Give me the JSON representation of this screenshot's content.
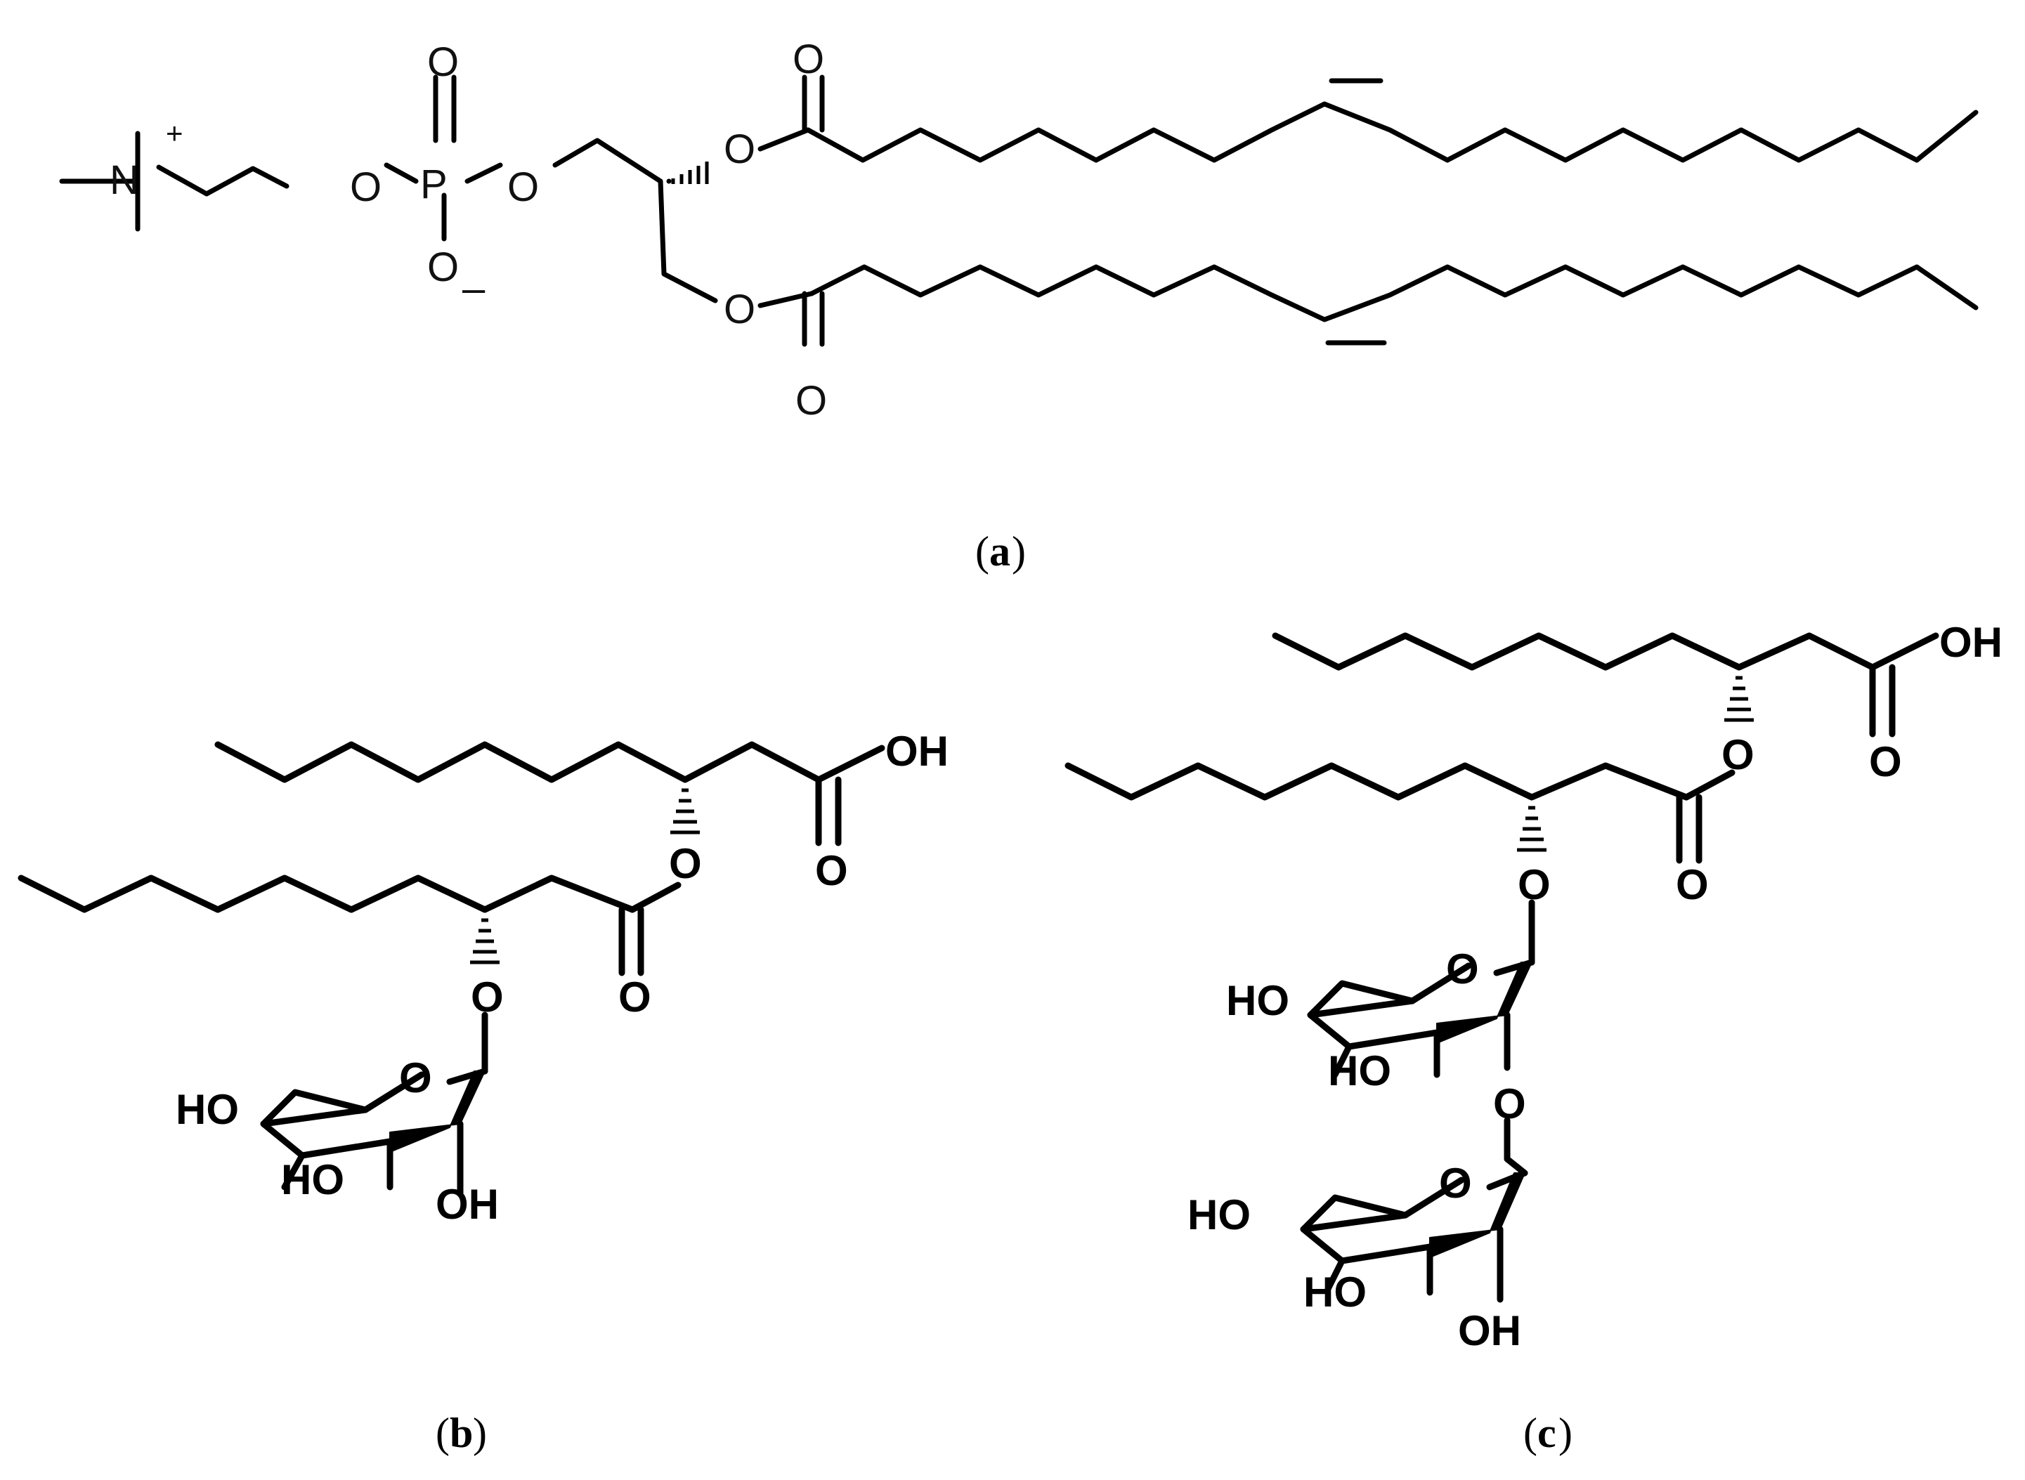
{
  "panel_a": {
    "caption": "a",
    "atoms": {
      "n": "N",
      "n_charge": "+",
      "p": "P",
      "o": "O",
      "o_charge": "–"
    }
  },
  "panel_b": {
    "caption": "b",
    "atoms": {
      "oh": "OH",
      "ho": "HO",
      "o": "O"
    }
  },
  "panel_c": {
    "caption": "c",
    "atoms": {
      "oh": "OH",
      "ho": "HO",
      "o": "O"
    }
  }
}
